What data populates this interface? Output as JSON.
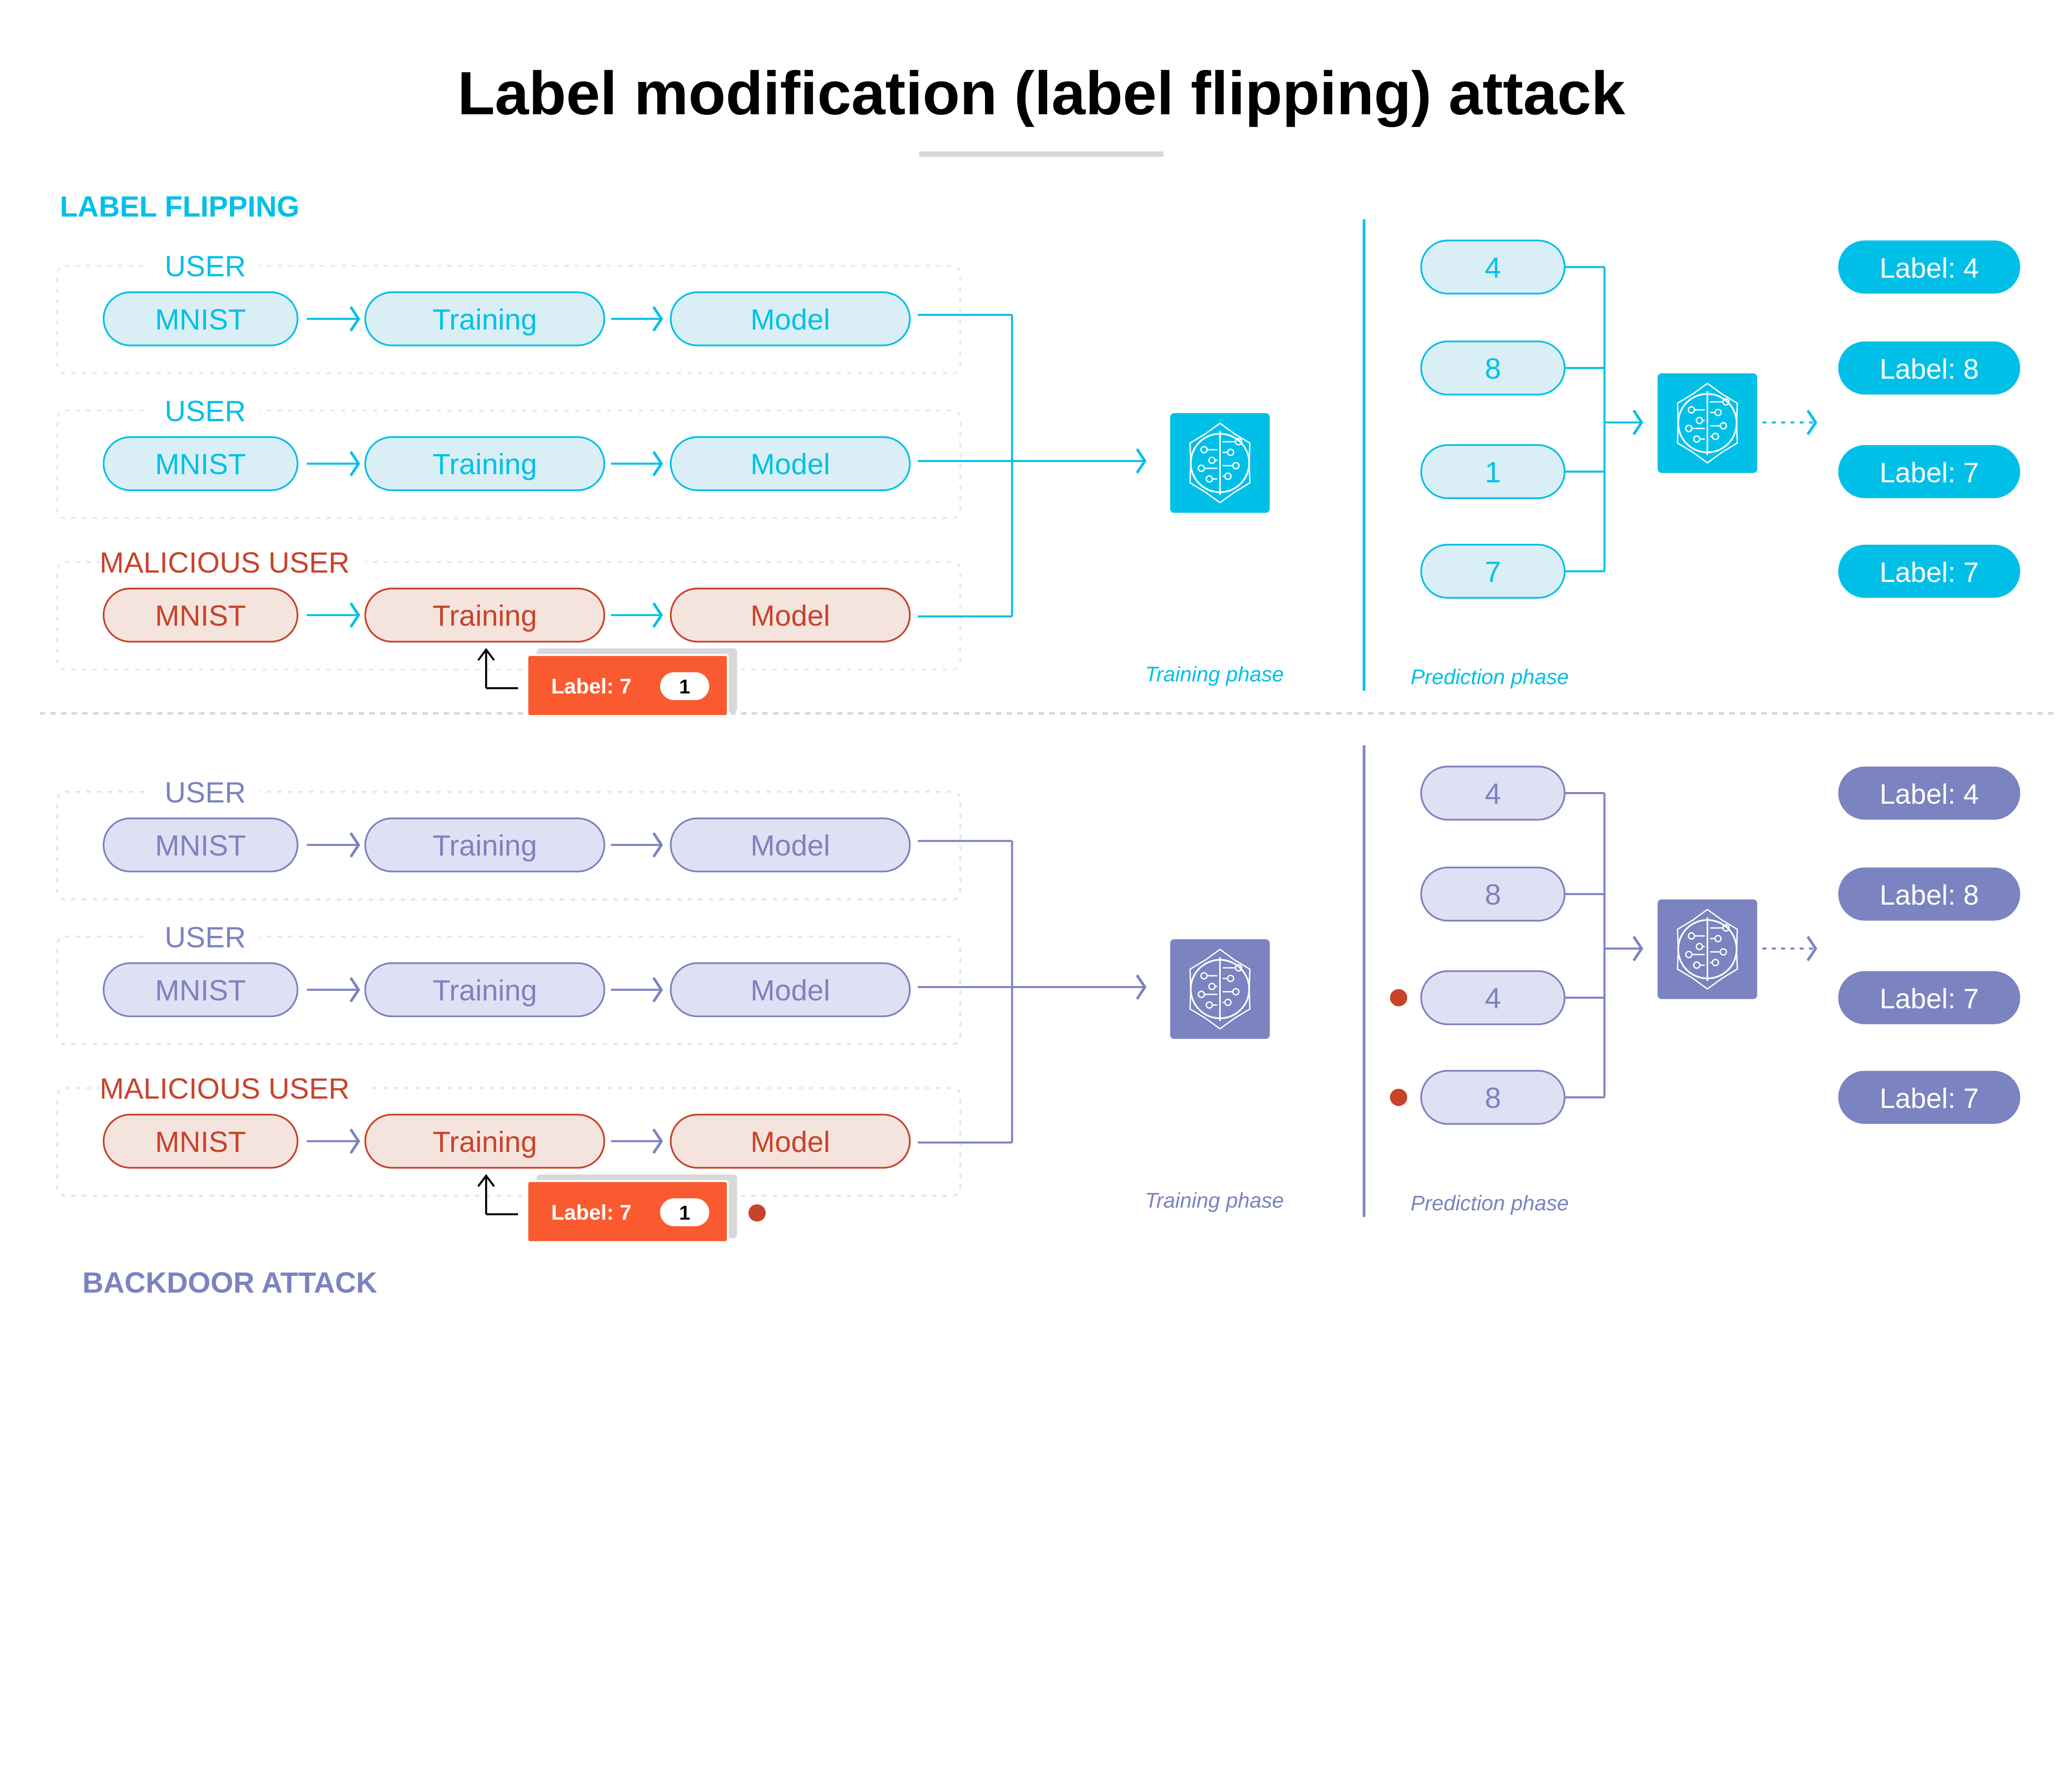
{
  "title": "Label modification (label flipping) attack",
  "colors": {
    "cyan": "#00c0e8",
    "cyan_fill": "#daeff5",
    "purple": "#7b83c0",
    "purple_fill": "#e0e0f4",
    "malicious": "#c8432a",
    "malicious_fill": "#f5e4de",
    "badge": "#fa5a30",
    "trigger_dot": "#c8432a",
    "title": "#000000",
    "divider": "#d8d8d8"
  },
  "sections": [
    {
      "heading": "LABEL FLIPPING",
      "theme": "cyan",
      "rows": [
        {
          "user": "USER",
          "malicious": false,
          "steps": [
            "MNIST",
            "Training",
            "Model"
          ]
        },
        {
          "user": "USER",
          "malicious": false,
          "steps": [
            "MNIST",
            "Training",
            "Model"
          ]
        },
        {
          "user": "MALICIOUS USER",
          "malicious": true,
          "steps": [
            "MNIST",
            "Training",
            "Model"
          ]
        }
      ],
      "badge": {
        "label": "Label: 7",
        "count": "1",
        "trigger": false
      },
      "training_phase": "Training phase",
      "prediction_phase": "Prediction phase",
      "model_icon": "brain-circuit-icon",
      "inputs": [
        {
          "value": "4",
          "trigger": false
        },
        {
          "value": "8",
          "trigger": false
        },
        {
          "value": "1",
          "trigger": false
        },
        {
          "value": "7",
          "trigger": false
        }
      ],
      "outputs": [
        "Label: 4",
        "Label: 8",
        "Label: 7",
        "Label: 7"
      ]
    },
    {
      "heading": "BACKDOOR ATTACK",
      "theme": "purple",
      "rows": [
        {
          "user": "USER",
          "malicious": false,
          "steps": [
            "MNIST",
            "Training",
            "Model"
          ]
        },
        {
          "user": "USER",
          "malicious": false,
          "steps": [
            "MNIST",
            "Training",
            "Model"
          ]
        },
        {
          "user": "MALICIOUS USER",
          "malicious": true,
          "steps": [
            "MNIST",
            "Training",
            "Model"
          ]
        }
      ],
      "badge": {
        "label": "Label: 7",
        "count": "1",
        "trigger": true
      },
      "training_phase": "Training phase",
      "prediction_phase": "Prediction phase",
      "model_icon": "brain-circuit-icon",
      "inputs": [
        {
          "value": "4",
          "trigger": false
        },
        {
          "value": "8",
          "trigger": false
        },
        {
          "value": "4",
          "trigger": true
        },
        {
          "value": "8",
          "trigger": true
        }
      ],
      "outputs": [
        "Label: 4",
        "Label: 8",
        "Label: 7",
        "Label: 7"
      ]
    }
  ]
}
